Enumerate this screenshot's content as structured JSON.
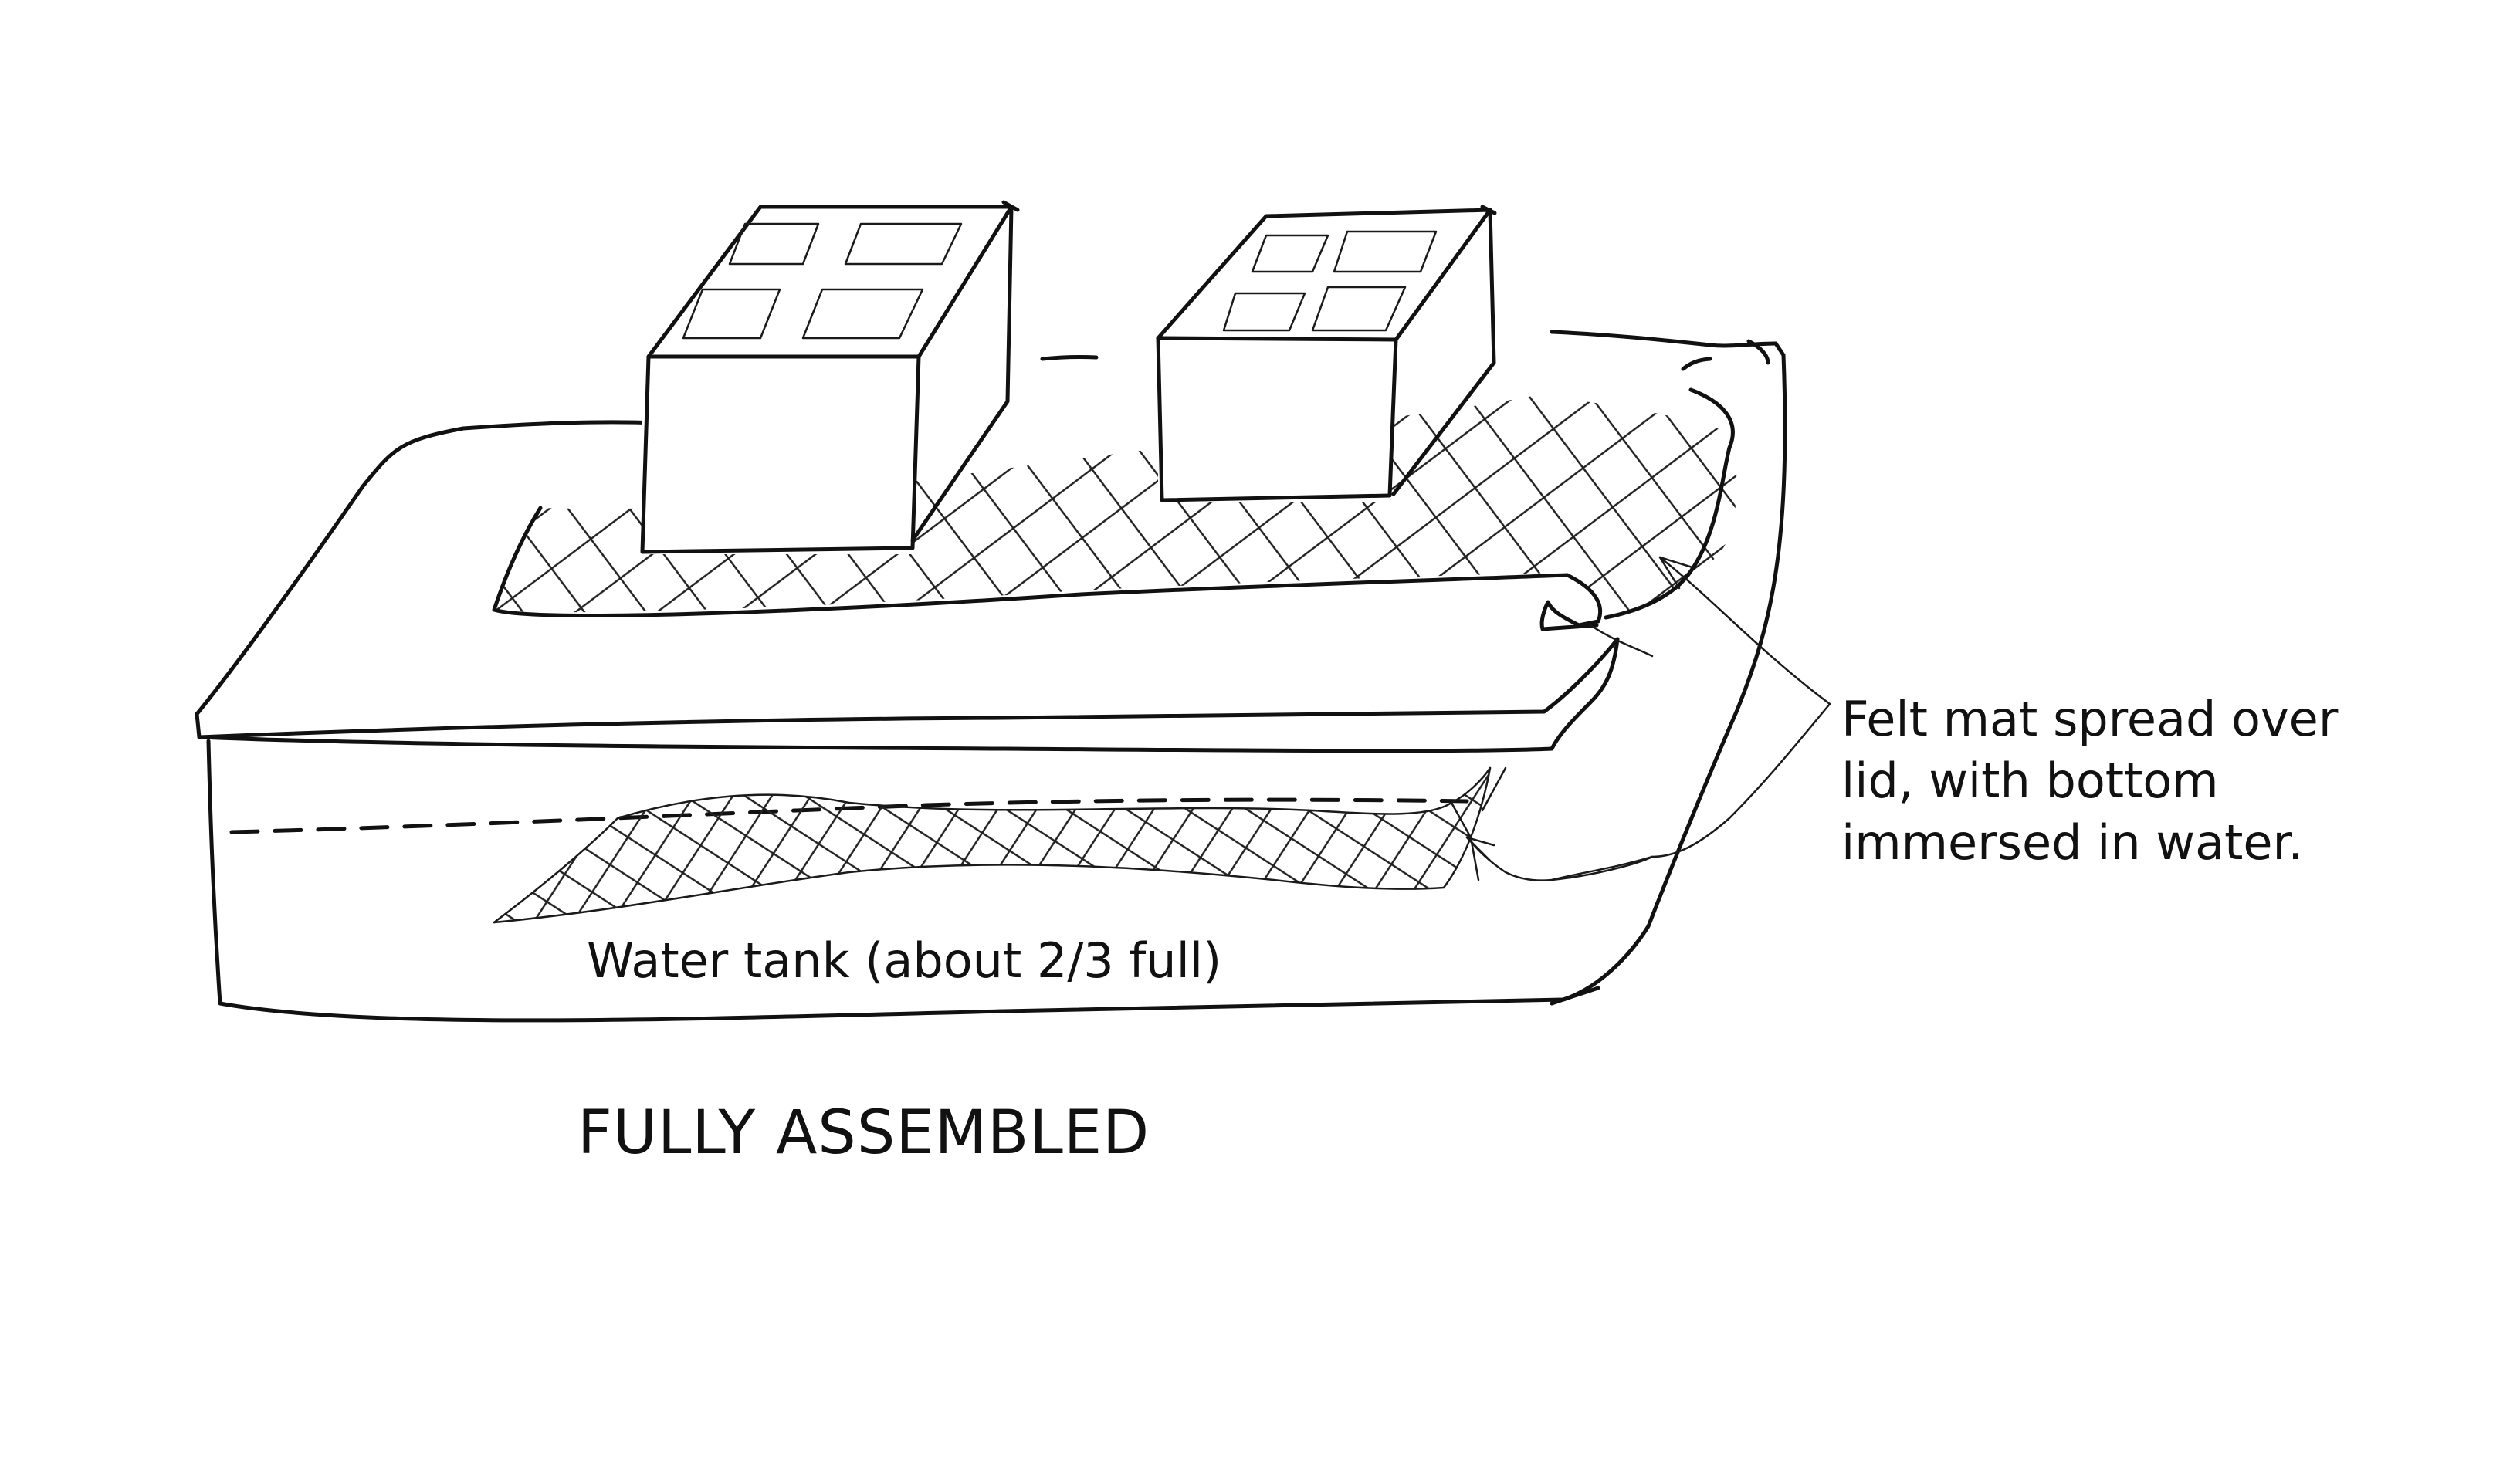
{
  "labels": {
    "felt_mat_line1": "Felt mat spread over",
    "felt_mat_line2": "lid, with bottom",
    "felt_mat_line3": "immersed in water.",
    "water_tank": "Water tank (about 2/3 full)",
    "caption": "FULLY ASSEMBLED"
  },
  "colors": {
    "ink": "#111111",
    "paper": "#ffffff"
  }
}
